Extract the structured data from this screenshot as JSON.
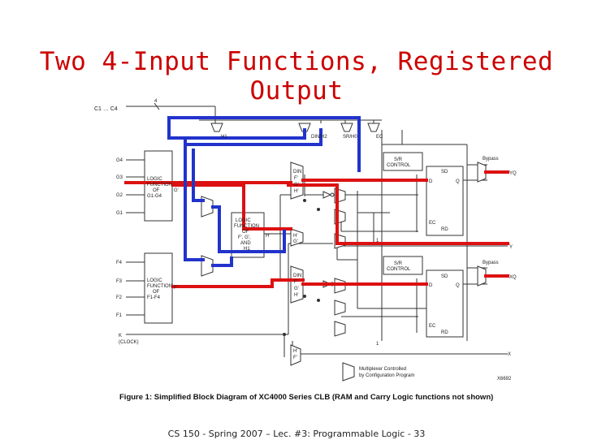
{
  "slide": {
    "title": "Two 4-Input Functions, Registered Output",
    "footer": "CS 150 - Spring 2007 – Lec. #3: Programmable Logic - 33"
  },
  "diagram": {
    "caption": "Figure 1:   Simplified Block Diagram of XC4000 Series CLB (RAM and Carry Logic functions not shown)",
    "id_code": "X6692",
    "labels": {
      "c_inputs": "C1 … C4",
      "bus_width": "4",
      "hx": "H1",
      "din": "DIN/H2",
      "sr": "SR/H0",
      "ec": "EC",
      "g4": "G4",
      "g3": "G3",
      "g2": "G2",
      "g1": "G1",
      "f4": "F4",
      "f3": "F3",
      "f2": "F2",
      "f1": "F1",
      "g_func": [
        "LOGIC",
        "FUNCTION",
        "OF",
        "G1-G4"
      ],
      "f_func": [
        "LOGIC",
        "FUNCTION",
        "OF",
        "F1-F4"
      ],
      "h_func": [
        "LOGIC",
        "FUNCTION",
        "OF",
        "F', G',",
        "AND",
        "H1"
      ],
      "sr_ctrl": [
        "S/R",
        "CONTROL"
      ],
      "din_mux_top": [
        "DIN",
        "F'",
        "G'",
        "H'"
      ],
      "din_mux_bot": [
        "DIN",
        "F'",
        "G'",
        "H'"
      ],
      "hf_mux": [
        "H'",
        "F'"
      ],
      "hg_mux": [
        "H'",
        "G'"
      ],
      "g_prime": "G'",
      "f_prime": "F'",
      "h_prime": "H'",
      "d": "D",
      "q": "Q",
      "sd": "SD",
      "rd": "RD",
      "ff_ec": "EC",
      "bypass": "Bypass",
      "yq": "YQ",
      "y": "Y",
      "xq": "XQ",
      "x": "X",
      "k": "K",
      "clock": "(CLOCK)",
      "one": "1",
      "legend": [
        "Multiplexer Controlled",
        "by Configuration Program"
      ]
    }
  },
  "highlight_colors": {
    "red_path": "#dd1111",
    "blue_path": "#2233cc"
  }
}
